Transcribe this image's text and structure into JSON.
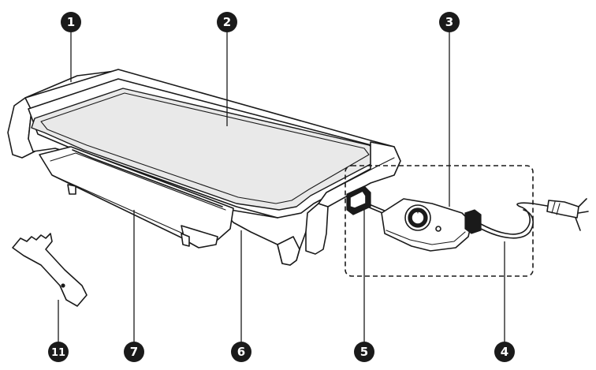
{
  "diagram": {
    "callouts": [
      {
        "id": "1",
        "label": "1"
      },
      {
        "id": "2",
        "label": "2"
      },
      {
        "id": "3",
        "label": "3"
      },
      {
        "id": "4",
        "label": "4"
      },
      {
        "id": "5",
        "label": "5"
      },
      {
        "id": "6",
        "label": "6"
      },
      {
        "id": "7",
        "label": "7"
      },
      {
        "id": "11",
        "label": "11"
      }
    ],
    "colors": {
      "line": "#1a1a1a",
      "marker": "#1a1a1a",
      "plate": "#e9e9e9",
      "background": "#ffffff"
    }
  }
}
